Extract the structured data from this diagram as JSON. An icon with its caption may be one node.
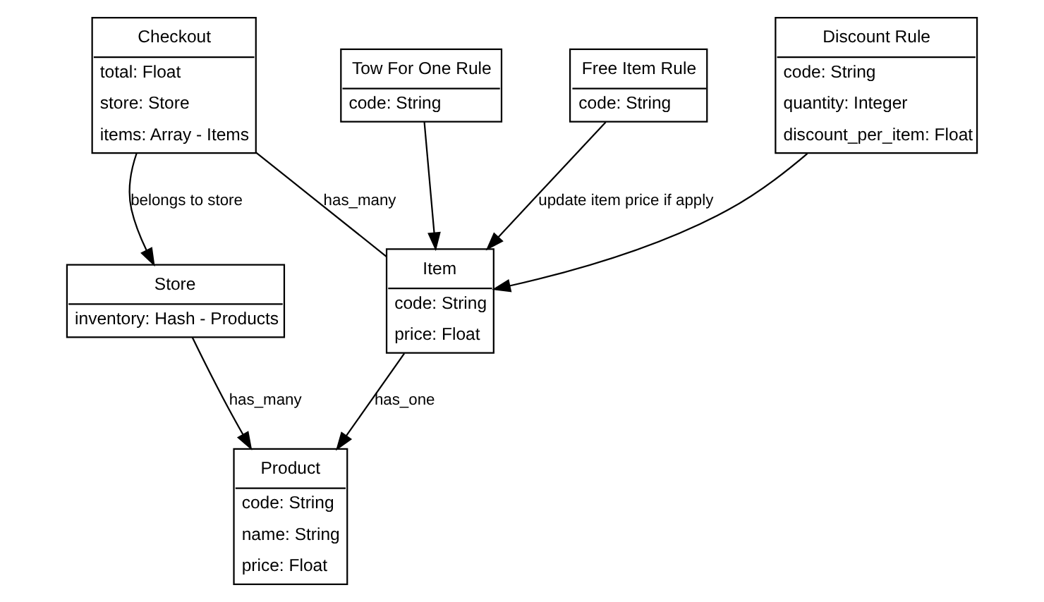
{
  "diagram": {
    "nodes": [
      {
        "text": [
          "Store",
          "inventory: Hash - Products"
        ]
      },
      {
        "text": [
          "Checkout",
          "total: Float",
          "store: Store",
          "items: Array - Items"
        ]
      },
      {
        "text": [
          "Tow For One Rule",
          "code: String"
        ]
      },
      {
        "text": [
          "Product",
          "code: String",
          "name: String",
          "price: Float"
        ]
      },
      {
        "text": [
          "Item",
          "code: String",
          "price: Float"
        ]
      },
      {
        "text": [
          "Free Item Rule",
          "code: String"
        ]
      },
      {
        "text": [
          "Discount Rule",
          "code: String",
          "quantity: Integer",
          "discount_per_item: Float"
        ]
      }
    ],
    "edges": [
      {
        "from": 1,
        "to": 0,
        "arrow": "to",
        "label": "belongs to store"
      },
      {
        "from": 0,
        "to": 3,
        "arrow": "to",
        "label": "has_many"
      },
      {
        "from": 1,
        "to": 4,
        "arrow": "none",
        "label": "has_many"
      },
      {
        "from": 4,
        "to": 3,
        "arrow": "to",
        "label": "has_one"
      },
      {
        "from": 2,
        "to": 4,
        "arrow": "to"
      },
      {
        "from": 5,
        "to": 4,
        "arrow": "to",
        "label": "update item price if apply"
      },
      {
        "from": 6,
        "to": 4,
        "arrow": "to"
      }
    ]
  }
}
